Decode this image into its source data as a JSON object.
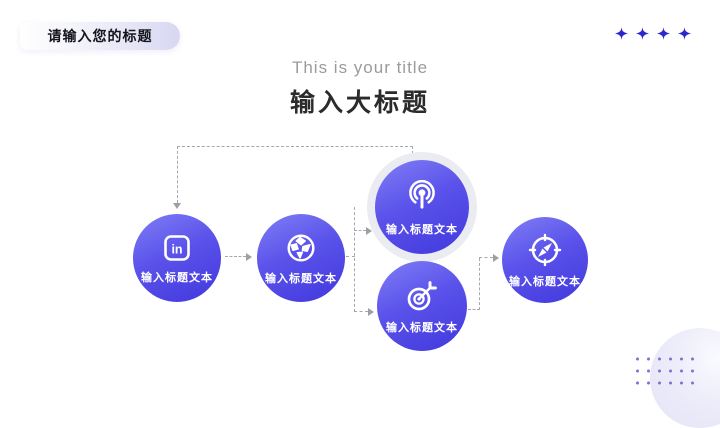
{
  "badge": {
    "label": "请输入您的标题"
  },
  "header": {
    "subtitle": "This is your title",
    "title": "输入大标题"
  },
  "diagram": {
    "nodes": [
      {
        "icon": "linkedin-icon",
        "label": "输入标题文本",
        "highlighted": false
      },
      {
        "icon": "globe-icon",
        "label": "输入标题文本",
        "highlighted": false
      },
      {
        "icon": "broadcast-icon",
        "label": "输入标题文本",
        "highlighted": true
      },
      {
        "icon": "target-icon",
        "label": "输入标题文本",
        "highlighted": false
      },
      {
        "icon": "compass-icon",
        "label": "输入标题文本",
        "highlighted": false
      }
    ],
    "connector_style": "dashed-arrows"
  },
  "decor": {
    "sparkle_icon": "sparkle-icon",
    "sparkle_count": 4,
    "dot_grid": {
      "rows": 3,
      "cols": 6
    }
  },
  "colors": {
    "node_gradient_top": "#817ff6",
    "node_gradient_bottom": "#4238de",
    "node_halo_ring": "#ebecf2",
    "sparkle": "#2a28cd",
    "dashed_line": "#a5a8ae",
    "dot_grid": "#8372d4",
    "badge_bg_end": "#d7d7f2",
    "subtitle_text": "#9b9b9b",
    "title_text": "#2b2b2b"
  }
}
